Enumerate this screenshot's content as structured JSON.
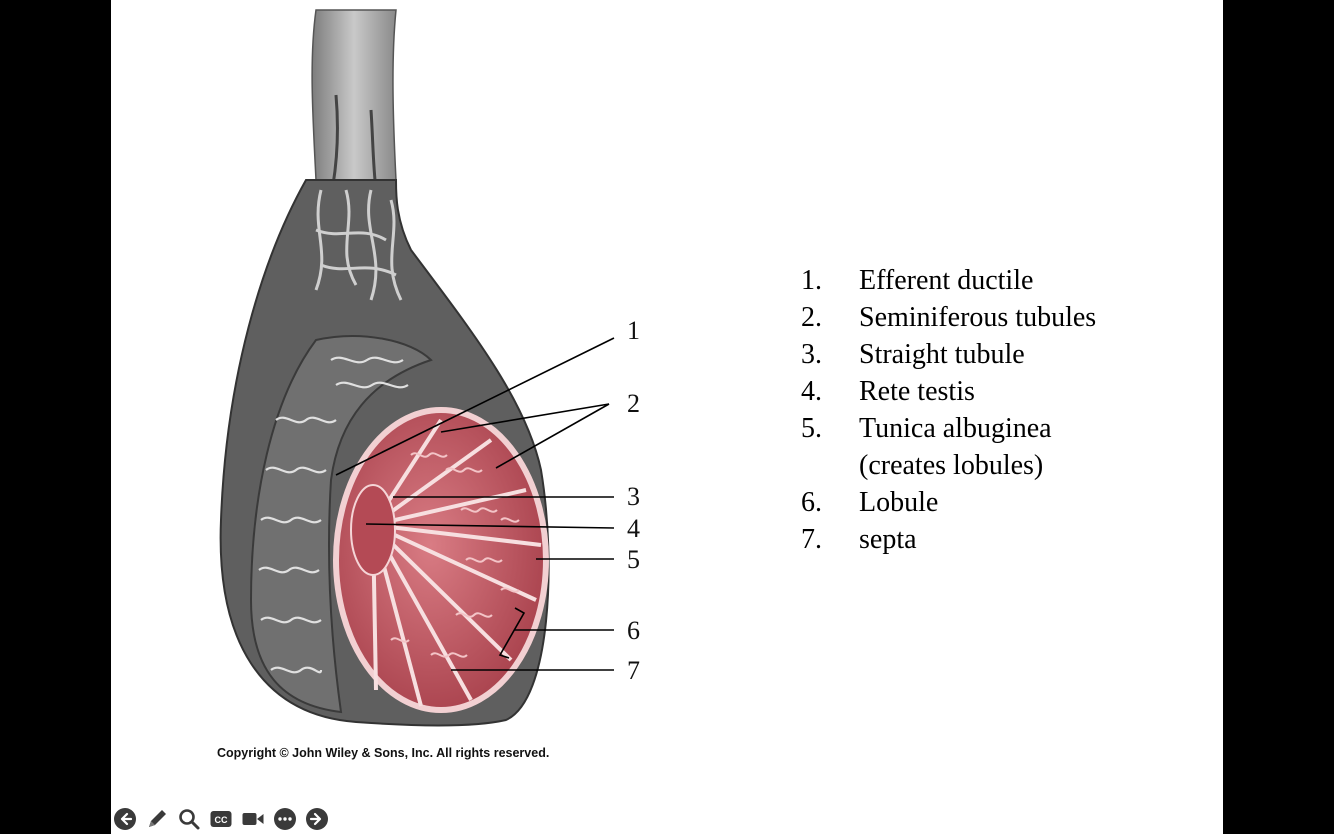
{
  "figure": {
    "callouts": [
      "1",
      "2",
      "3",
      "4",
      "5",
      "6",
      "7"
    ],
    "copyright": "Copyright © John Wiley & Sons, Inc. All rights reserved."
  },
  "legend": {
    "items": [
      {
        "num": "1.",
        "text": "Efferent ductile"
      },
      {
        "num": "2.",
        "text": "Seminiferous tubules"
      },
      {
        "num": "3.",
        "text": "Straight tubule"
      },
      {
        "num": "4.",
        "text": "Rete testis"
      },
      {
        "num": "5.",
        "text": "Tunica albuginea",
        "subtext": "(creates lobules)"
      },
      {
        "num": "6.",
        "text": "Lobule"
      },
      {
        "num": "7.",
        "text": "septa"
      }
    ]
  },
  "toolbar": {
    "buttons": [
      "back-arrow-icon",
      "pen-icon",
      "zoom-icon",
      "captions-icon",
      "video-icon",
      "more-options-icon",
      "forward-arrow-icon"
    ],
    "captions_label": "CC"
  },
  "colors": {
    "background": "#000000",
    "slide": "#ffffff",
    "testis_fill": "#c25a64",
    "testis_light": "#e8a3a6",
    "epididymis": "#6a6a6a",
    "cord": "#9a9a9a",
    "toolbar_icon": "#3a3a3a"
  }
}
